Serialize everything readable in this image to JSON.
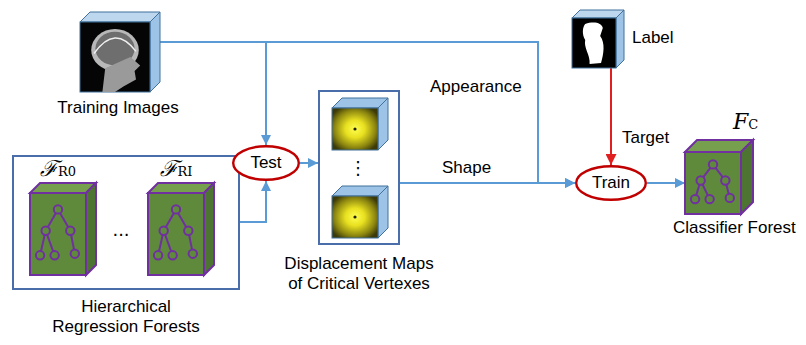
{
  "diagram": {
    "nodes": [
      {
        "text": [
          "Training Images"
        ]
      },
      {
        "text": [
          "Hierarchical Regression Forests"
        ]
      },
      {
        "text": [
          "ℱR0"
        ],
        "in": 1
      },
      {
        "text": [
          "ℱRI"
        ],
        "in": 1
      },
      {
        "text": [
          "Test"
        ]
      },
      {
        "text": [
          "Displacement Maps of Critical Vertexes"
        ]
      },
      {
        "text": [
          "Label"
        ]
      },
      {
        "text": [
          "Train"
        ]
      },
      {
        "text": [
          "FC",
          "Classifier Forest"
        ]
      }
    ],
    "edges": [
      {
        "from": 0,
        "to": 4,
        "arrow": "to"
      },
      {
        "from": 0,
        "to": 7,
        "label": "Appearance",
        "arrow": "to"
      },
      {
        "from": 1,
        "to": 4,
        "arrow": "to"
      },
      {
        "from": 4,
        "to": 5,
        "arrow": "to"
      },
      {
        "from": 5,
        "to": 7,
        "label": "Shape",
        "arrow": "to"
      },
      {
        "from": 6,
        "to": 7,
        "label": "Target",
        "arrow": "to"
      },
      {
        "from": 7,
        "to": 8,
        "arrow": "to"
      }
    ],
    "labels": [
      "...",
      "⋮"
    ]
  }
}
